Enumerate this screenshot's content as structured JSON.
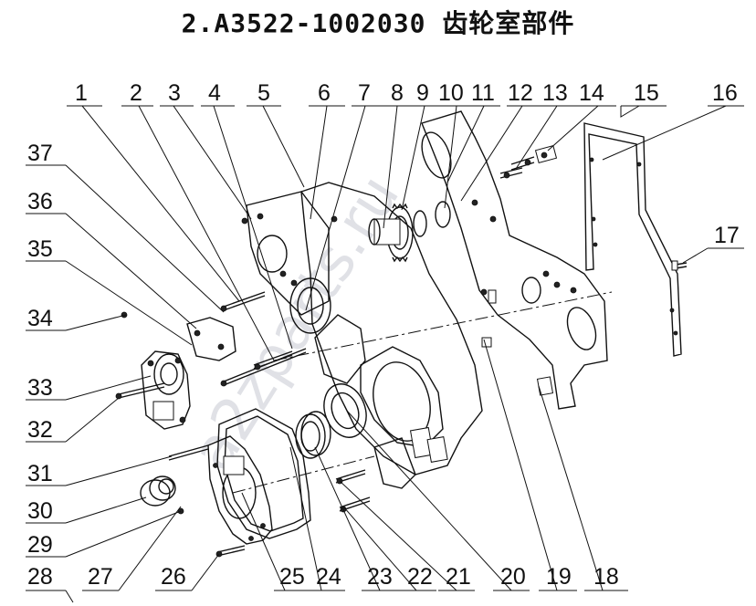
{
  "title": "2.A3522-1002030  齿轮室部件",
  "watermark": "a2zparts.ru",
  "labels": {
    "top": [
      "1",
      "2",
      "3",
      "4",
      "5",
      "6",
      "7",
      "8",
      "9",
      "10",
      "11",
      "12",
      "13",
      "14",
      "15",
      "16"
    ],
    "left": [
      "37",
      "36",
      "35",
      "34",
      "33",
      "32",
      "31",
      "30",
      "29",
      "28"
    ],
    "right": [
      "17"
    ],
    "bottom": [
      "27",
      "26",
      "25",
      "24",
      "23",
      "22",
      "21",
      "20",
      "19",
      "18"
    ]
  }
}
